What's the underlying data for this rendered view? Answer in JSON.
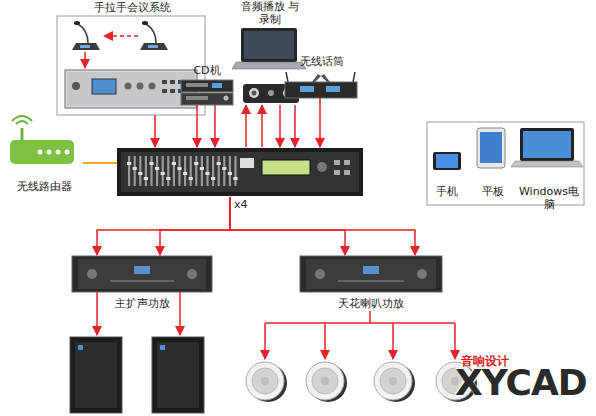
{
  "diagram": {
    "nodes": [
      {
        "text": [
          "手拉手会议系统"
        ]
      },
      {
        "text": [
          "CD机"
        ]
      },
      {
        "text": [
          "音频播放 与录制"
        ]
      },
      {
        "text": [
          "无线话筒"
        ]
      },
      {
        "text": [
          "无线路由器"
        ]
      },
      {
        "text": []
      },
      {
        "text": [
          "主扩声功放"
        ]
      },
      {
        "text": [
          "天花喇叭功放"
        ]
      },
      {
        "text": [
          "手机",
          "平板",
          "Windows电脑"
        ]
      }
    ],
    "edges": [
      {
        "from": 0,
        "to": 5,
        "arrow": "to"
      },
      {
        "from": 1,
        "to": 5,
        "arrow": "to"
      },
      {
        "from": 1,
        "to": 5,
        "arrow": "to"
      },
      {
        "from": 5,
        "to": 2,
        "arrow": "to"
      },
      {
        "from": 5,
        "to": 2,
        "arrow": "to"
      },
      {
        "from": 2,
        "to": 5,
        "arrow": "to"
      },
      {
        "from": 2,
        "to": 5,
        "arrow": "to"
      },
      {
        "from": 3,
        "to": 5,
        "arrow": "to"
      },
      {
        "from": 4,
        "to": 5,
        "arrow": "none"
      },
      {
        "from": 5,
        "to": 6,
        "arrow": "to"
      },
      {
        "from": 5,
        "to": 6,
        "arrow": "to"
      },
      {
        "from": 5,
        "to": 7,
        "arrow": "to"
      },
      {
        "from": 5,
        "to": 7,
        "arrow": "to"
      }
    ],
    "labels": [
      "x4",
      "音响设计",
      "XYCAD"
    ]
  }
}
